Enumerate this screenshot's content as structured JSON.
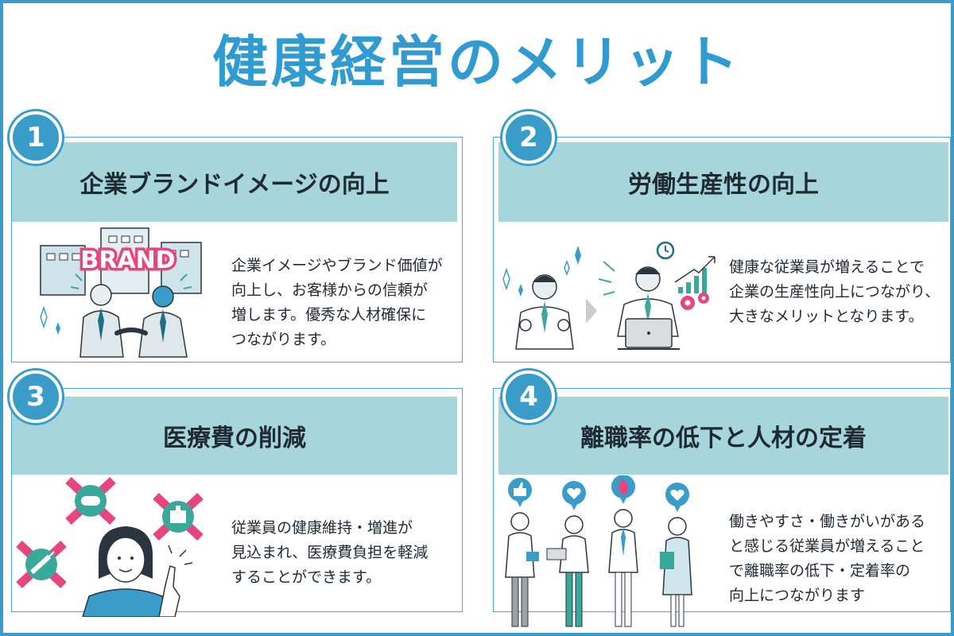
{
  "title": "健康経営のメリット",
  "colors": {
    "accent": "#3a9dc9",
    "header_bg": "#a6d5dc",
    "highlight_pink": "#e6457d",
    "teal": "#3aa89a"
  },
  "cards": [
    {
      "number": "1",
      "heading": "企業ブランドイメージの向上",
      "desc_lines": [
        "企業イメージやブランド価値が",
        "向上し、お客様からの信頼が",
        "増します。優秀な人材確保に",
        "つながります。"
      ],
      "illustration_label": "BRAND"
    },
    {
      "number": "2",
      "heading": "労働生産性の向上",
      "desc_lines": [
        "健康な従業員が増えることで",
        "企業の生産性向上につながり、",
        "大きなメリットとなります。"
      ]
    },
    {
      "number": "3",
      "heading": "医療費の削減",
      "desc_lines": [
        "従業員の健康維持・増進が",
        "見込まれ、医療費負担を軽減",
        "することができます。"
      ]
    },
    {
      "number": "4",
      "heading": "離職率の低下と人材の定着",
      "desc_lines": [
        "働きやすさ・働きがいがある",
        "と感じる従業員が増えること",
        "で離職率の低下・定着率の",
        "向上につながります"
      ]
    }
  ]
}
